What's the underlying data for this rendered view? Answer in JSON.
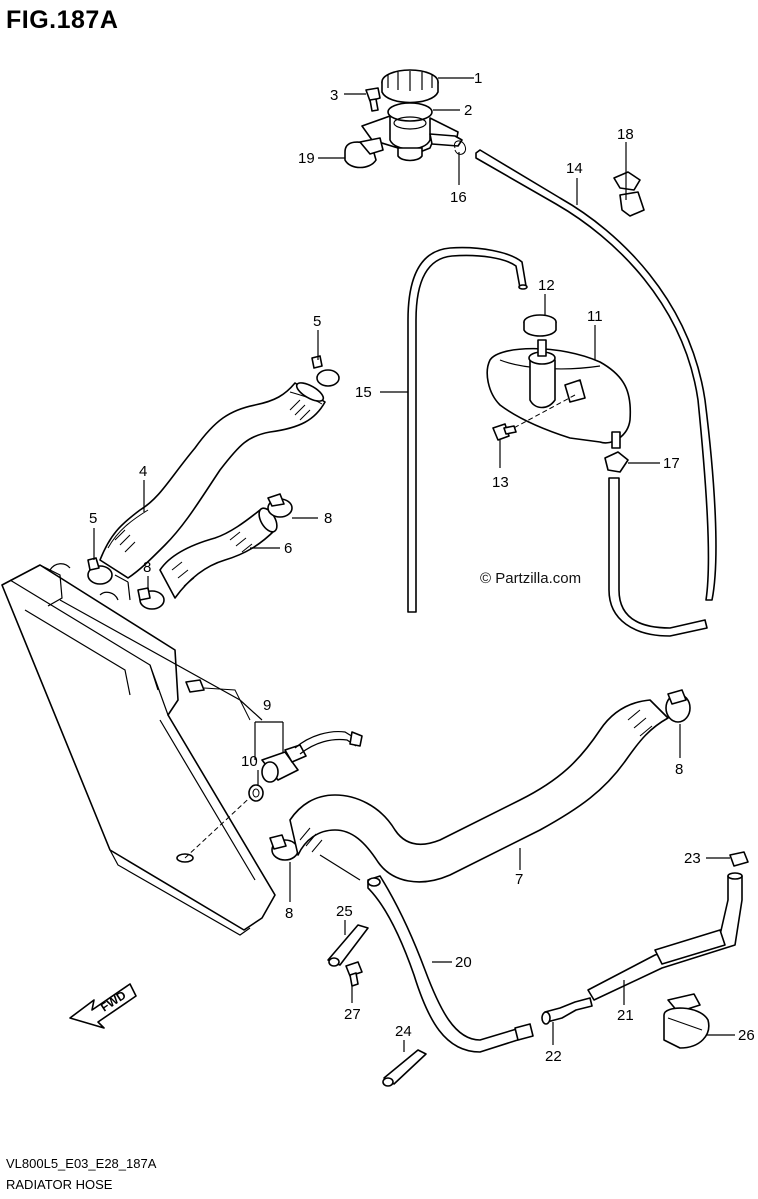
{
  "figure": {
    "title": "FIG.187A",
    "code": "VL800L5_E03_E28_187A",
    "caption": "RADIATOR HOSE",
    "watermark": "© Partzilla.com",
    "direction_label": "FWD"
  },
  "parts": [
    {
      "number": "1",
      "name": "radiator-cap"
    },
    {
      "number": "2",
      "name": "filler-neck"
    },
    {
      "number": "3",
      "name": "bolt"
    },
    {
      "number": "4",
      "name": "upper-hose"
    },
    {
      "number": "5",
      "name": "clamp"
    },
    {
      "number": "6",
      "name": "hose"
    },
    {
      "number": "7",
      "name": "lower-hose"
    },
    {
      "number": "8",
      "name": "clamp"
    },
    {
      "number": "9",
      "name": "thermo-switch"
    },
    {
      "number": "10",
      "name": "o-ring"
    },
    {
      "number": "11",
      "name": "reservoir-tank"
    },
    {
      "number": "12",
      "name": "tank-cap"
    },
    {
      "number": "13",
      "name": "bolt"
    },
    {
      "number": "14",
      "name": "hose"
    },
    {
      "number": "15",
      "name": "hose"
    },
    {
      "number": "16",
      "name": "clip"
    },
    {
      "number": "17",
      "name": "clamp"
    },
    {
      "number": "18",
      "name": "clamp"
    },
    {
      "number": "19",
      "name": "clamp"
    },
    {
      "number": "20",
      "name": "hose"
    },
    {
      "number": "21",
      "name": "hose"
    },
    {
      "number": "22",
      "name": "joint"
    },
    {
      "number": "23",
      "name": "clip"
    },
    {
      "number": "24",
      "name": "clamp"
    },
    {
      "number": "25",
      "name": "clamp"
    },
    {
      "number": "26",
      "name": "clamp"
    },
    {
      "number": "27",
      "name": "bolt"
    }
  ]
}
